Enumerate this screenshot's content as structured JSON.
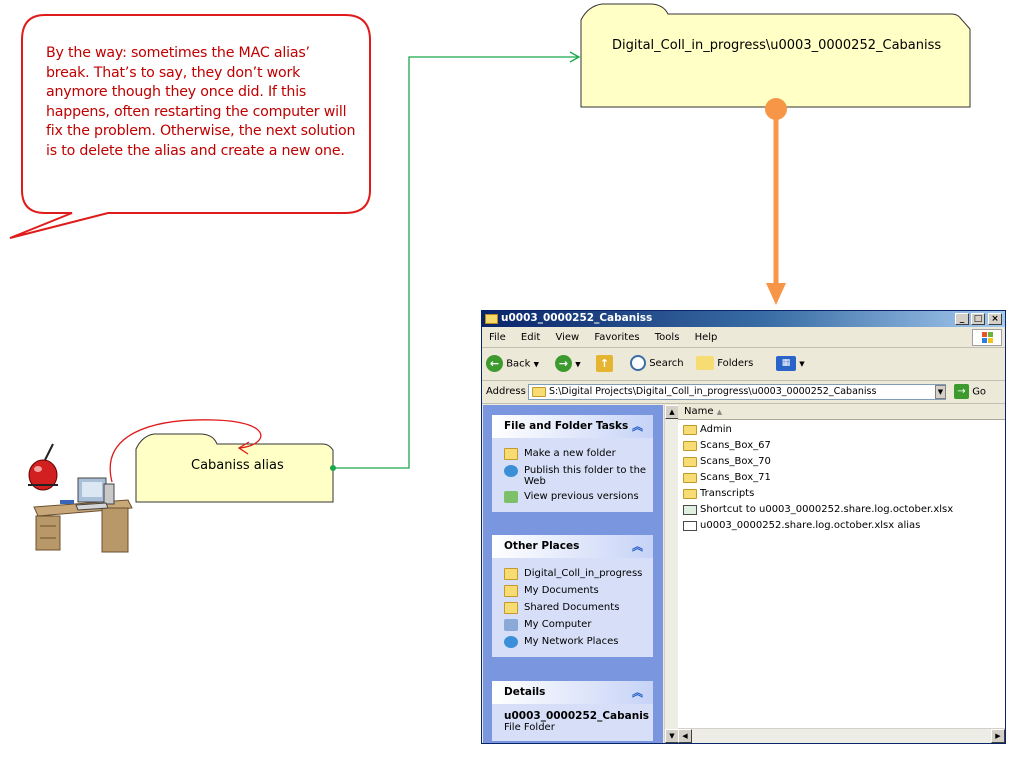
{
  "callout": {
    "text": "By the way: sometimes the MAC alias’ break. That’s to say, they don’t work anymore though they once did. If this happens, often restarting the computer will fix the problem. Otherwise, the next solution is to delete the alias and create a new one."
  },
  "top_folder": {
    "label": "Digital_Coll_in_progress\\u0003_0000252_Cabaniss"
  },
  "alias_folder": {
    "label": "Cabaniss alias"
  },
  "colors": {
    "callout": "#c00000",
    "connector": "#1aa84c",
    "arrow": "#f79646",
    "folder_fill": "#ffffc6"
  },
  "window": {
    "title": "u0003_0000252_Cabaniss",
    "menu": [
      "File",
      "Edit",
      "View",
      "Favorites",
      "Tools",
      "Help"
    ],
    "toolbar": {
      "back": "Back",
      "search": "Search",
      "folders": "Folders"
    },
    "address_label": "Address",
    "address_value": "S:\\Digital Projects\\Digital_Coll_in_progress\\u0003_0000252_Cabaniss",
    "go": "Go",
    "tasks": {
      "title": "File and Folder Tasks",
      "items": [
        "Make a new folder",
        "Publish this folder to the Web",
        "View previous versions"
      ]
    },
    "other_places": {
      "title": "Other Places",
      "items": [
        "Digital_Coll_in_progress",
        "My Documents",
        "Shared Documents",
        "My Computer",
        "My Network Places"
      ]
    },
    "details": {
      "title": "Details",
      "name": "u0003_0000252_Cabanis",
      "type": "File Folder"
    },
    "column_header": "Name",
    "files": [
      {
        "name": "Admin",
        "kind": "folder"
      },
      {
        "name": "Scans_Box_67",
        "kind": "folder"
      },
      {
        "name": "Scans_Box_70",
        "kind": "folder"
      },
      {
        "name": "Scans_Box_71",
        "kind": "folder"
      },
      {
        "name": "Transcripts",
        "kind": "folder"
      },
      {
        "name": "Shortcut to u0003_0000252.share.log.october.xlsx",
        "kind": "shortcut"
      },
      {
        "name": "u0003_0000252.share.log.october.xlsx alias",
        "kind": "alias"
      }
    ]
  }
}
